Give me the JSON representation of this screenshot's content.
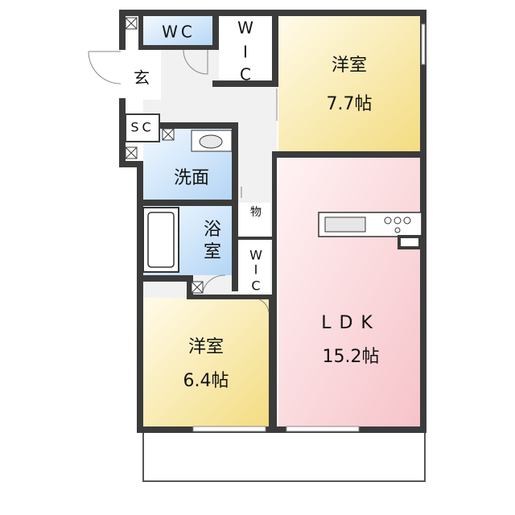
{
  "rooms": {
    "wc": "WC",
    "wic_top_1": "W",
    "wic_top_2": "I",
    "wic_top_3": "C",
    "bedroom_top_name": "洋室",
    "bedroom_top_size": "7.7帖",
    "genkan": "玄",
    "sc": "SC",
    "senmen": "洗面",
    "mono": "物",
    "yokushitsu_1": "浴",
    "yokushitsu_2": "室",
    "wic_mid_1": "W",
    "wic_mid_2": "I",
    "wic_mid_3": "C",
    "ldk_name": "LDK",
    "ldk_size": "15.2帖",
    "bedroom_bottom_name": "洋室",
    "bedroom_bottom_size": "6.4帖"
  },
  "colors": {
    "wall": "#3b3b3b",
    "bedroom_gradient_light": "#fdf8e1",
    "bedroom_gradient_dark": "#f4e08c",
    "ldk_gradient_light": "#fdeff0",
    "ldk_gradient_dark": "#f7c7cc",
    "wet_area_light": "#eef6ff",
    "wet_area_dark": "#b8d8f6",
    "corridor": "#f1f1f1"
  }
}
